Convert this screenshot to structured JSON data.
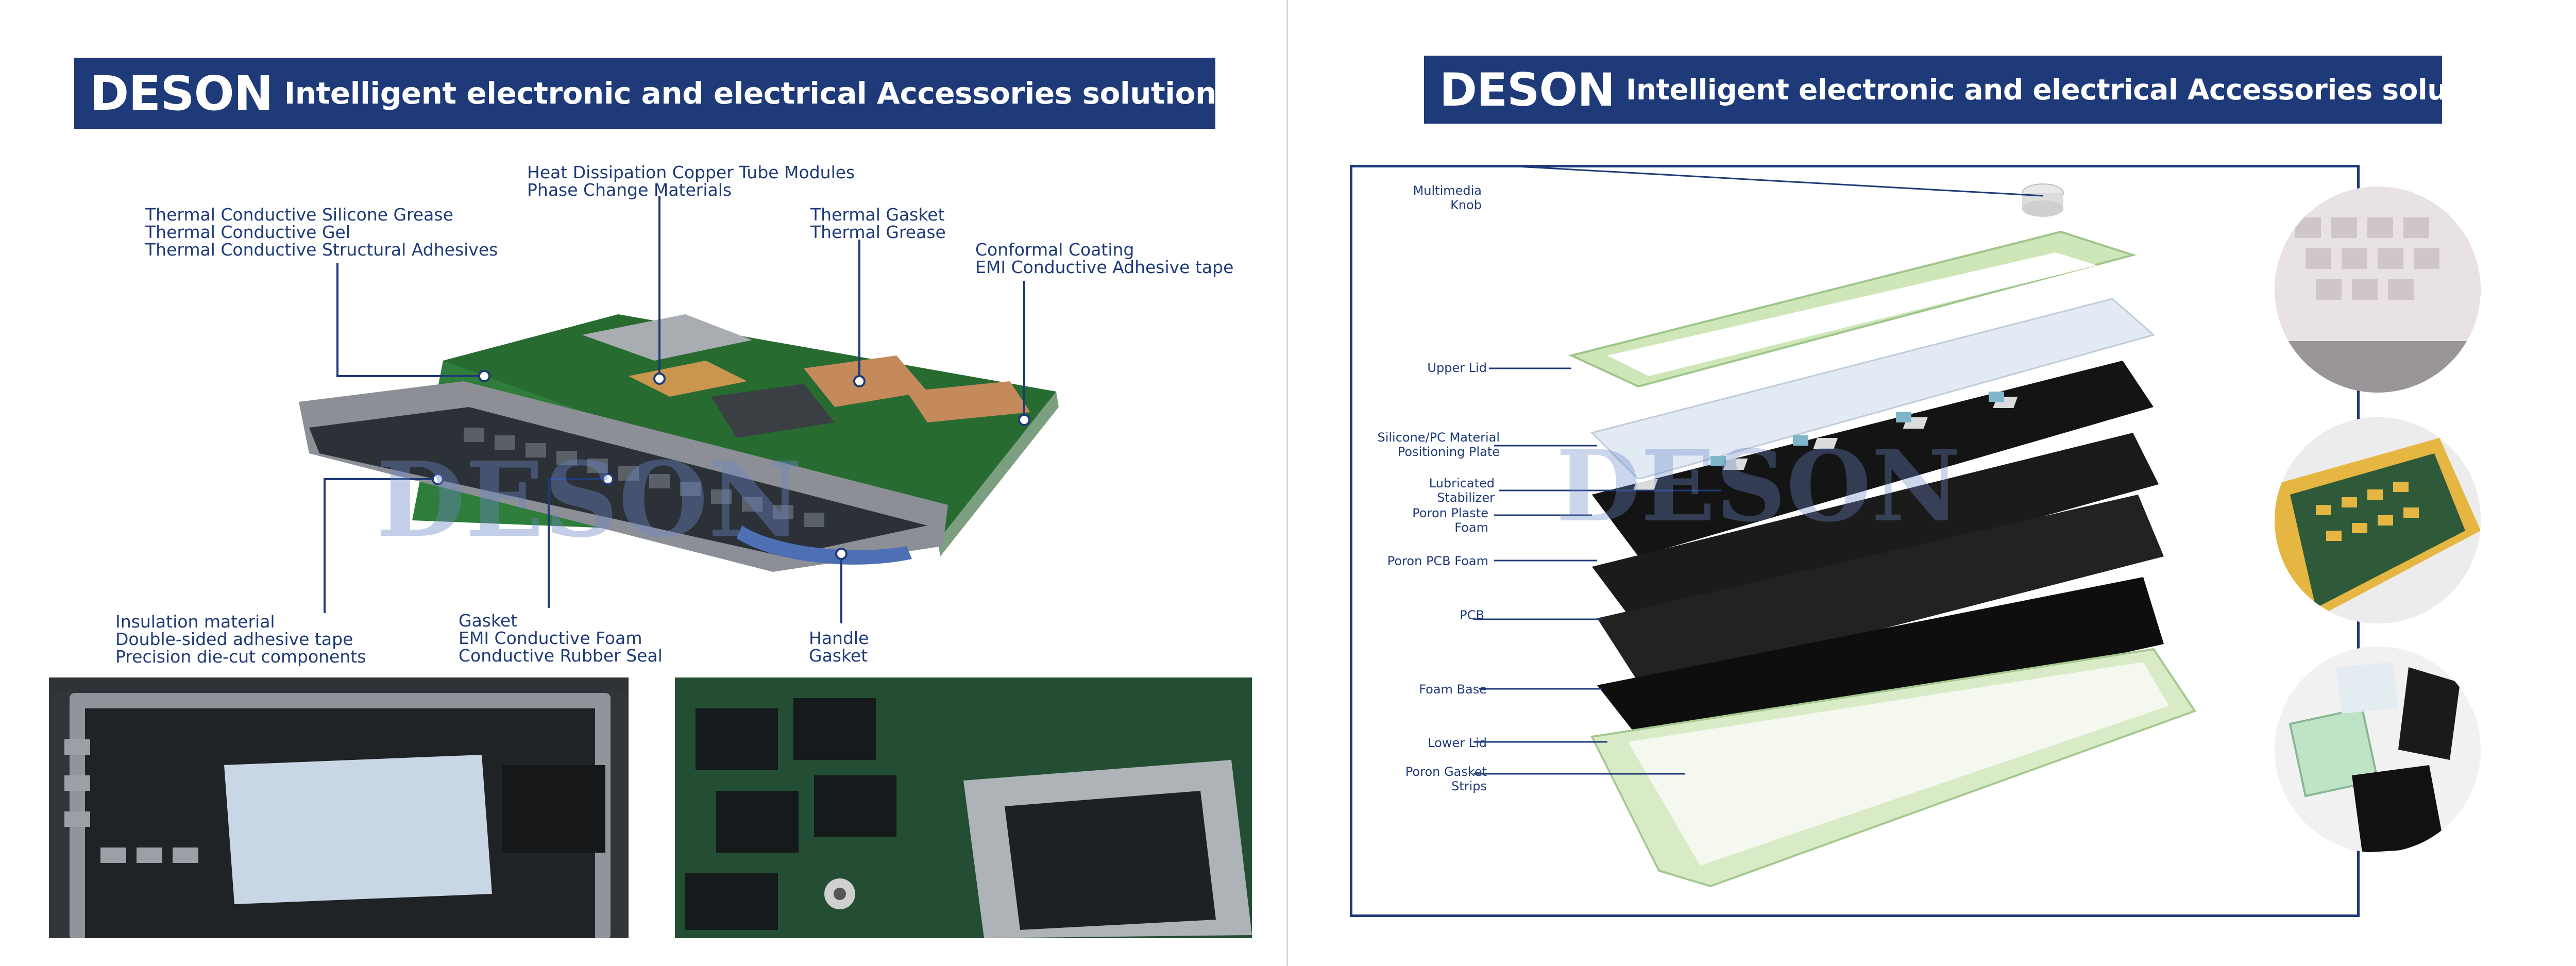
{
  "left_page": {
    "banner": {
      "brand": "DESON",
      "tagline": "Intelligent electronic and electrical Accessories solution"
    },
    "watermark": "DESON",
    "callouts": {
      "silicone": [
        "Thermal Conductive Silicone Grease",
        "Thermal Conductive Gel",
        "Thermal Conductive Structural Adhesives"
      ],
      "copper": [
        "Heat Dissipation Copper Tube Modules",
        "Phase Change Materials"
      ],
      "thermal": [
        "Thermal Gasket",
        "Thermal Grease"
      ],
      "conformal": [
        "Conformal Coating",
        "EMI Conductive Adhesive tape"
      ],
      "insulation": [
        "Insulation material",
        "Double-sided adhesive tape",
        "Precision die-cut components"
      ],
      "gasket": [
        "Gasket",
        "EMI Conductive Foam",
        "Conductive Rubber Seal"
      ],
      "handle": [
        "Handle",
        "Gasket"
      ]
    }
  },
  "right_page": {
    "banner": {
      "brand": "DESON",
      "tagline": "Intelligent electronic and electrical Accessories solution"
    },
    "watermark": "DESON",
    "labels": {
      "knob": [
        "Multimedia",
        "Knob"
      ],
      "upper_lid": [
        "Upper Lid"
      ],
      "plate": [
        "Silicone/PC Material",
        "Positioning Plate"
      ],
      "stabilizer": [
        "Lubricated",
        "Stabilizer"
      ],
      "plaste_foam": [
        "Poron Plaste",
        "Foam"
      ],
      "pcb_foam": [
        "Poron PCB Foam"
      ],
      "pcb": [
        "PCB"
      ],
      "foam_base": [
        "Foam Base"
      ],
      "lower_lid": [
        "Lower Lid"
      ],
      "gasket_strips": [
        "Poron Gasket",
        "Strips"
      ]
    }
  },
  "colors": {
    "brand_blue": "#1e3a78",
    "board_green": "#2f7d3a",
    "frame_green": "#cfe6b8",
    "gold": "#d4a33a"
  }
}
